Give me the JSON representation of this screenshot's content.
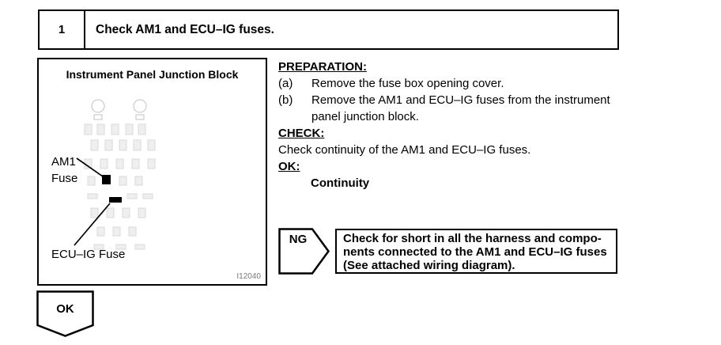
{
  "colors": {
    "ink": "#000000",
    "sketch_gray": "#d2d2d2",
    "figure_id_gray": "#777777"
  },
  "step_header": {
    "number": "1",
    "title": "Check AM1 and ECU–IG fuses."
  },
  "figure": {
    "title": "Instrument Panel Junction Block",
    "am1_label_line1": "AM1",
    "am1_label_line2": "Fuse",
    "ecuig_label": "ECU–IG Fuse",
    "figure_id": "I12040"
  },
  "procedure": {
    "preparation_heading": "PREPARATION:",
    "step_a_label": "(a)",
    "step_a_text": "Remove the fuse box opening cover.",
    "step_b_label": "(b)",
    "step_b_line1": "Remove the AM1 and ECU–IG fuses from the instrument",
    "step_b_line2": "panel junction block.",
    "check_heading": "CHECK:",
    "check_text": "Check continuity of the AM1 and ECU–IG fuses.",
    "ok_heading": "OK:",
    "ok_result": "Continuity"
  },
  "ng_branch": {
    "badge": "NG",
    "line1": "Check for short in all the harness and compo-",
    "line2": "nents connected to the AM1 and ECU–IG fuses",
    "line3": "(See attached wiring diagram)."
  },
  "ok_branch": {
    "badge": "OK"
  }
}
